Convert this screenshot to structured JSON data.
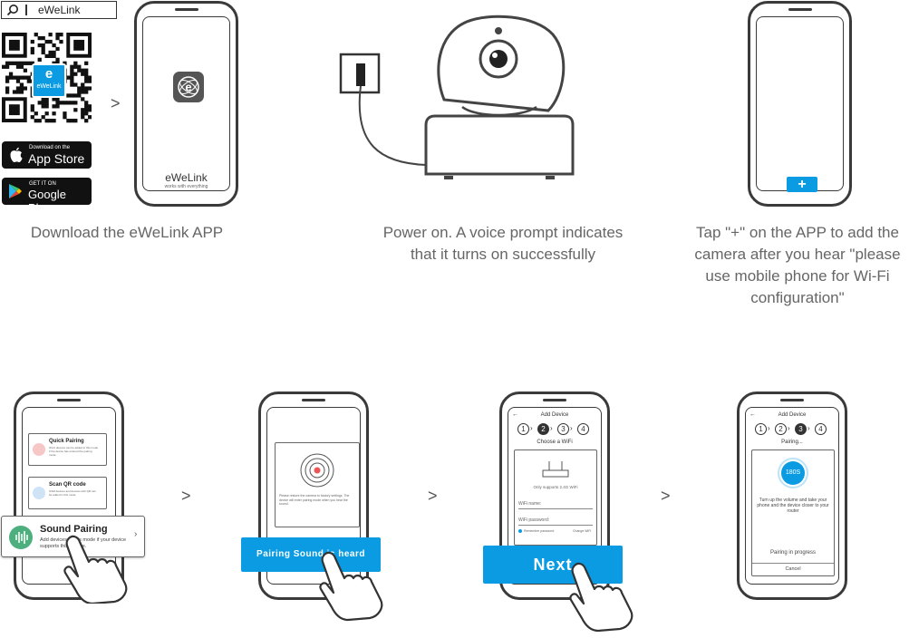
{
  "search_box": {
    "label": "eWeLink"
  },
  "qr": {
    "logo_letter": "e",
    "logo_label": "eWeLink"
  },
  "stores": {
    "apple_small": "Download on the",
    "apple_big": "App Store",
    "google_small": "GET IT ON",
    "google_big": "Google Play"
  },
  "phone1": {
    "brand": "eWeLink",
    "tagline": "works with everything"
  },
  "captions": {
    "step1": "Download the eWeLink APP",
    "step2_line1": "Power on. A voice prompt indicates",
    "step2_line2": "that it turns on successfully",
    "step3_line1": "Tap \"+\" on the APP to add the",
    "step3_line2": "camera after you hear \"please",
    "step3_line3": "use mobile phone for Wi-Fi",
    "step3_line4": "configuration\""
  },
  "phone3": {
    "plus": "+"
  },
  "phone4": {
    "quick_title": "Quick Pairing",
    "quick_desc": "Wi-Fi devices can be added in this mode if the device has entered the pairing mode.",
    "qr_title": "Scan QR code",
    "qr_desc": "GSM devices and devices with QR can be added in this mode",
    "sound_title": "Sound Pairing",
    "sound_desc": "Add devices in this mode if your device supports this feature."
  },
  "phone5": {
    "instructions": "Please restore the camera to factory settings. The device will enter pairing mode when you hear the sound.",
    "button": "Pairing Sound is heard"
  },
  "phone6": {
    "back": "←",
    "title": "Add Device",
    "steps": [
      "1",
      "2",
      "3",
      "4"
    ],
    "subtitle": "Choose a WiFi",
    "wifi_note": "Only supports 2.4G WiFi",
    "wifi_name_label": "WiFi name:",
    "wifi_password_label": "WiFi password:",
    "remember": "Remember password",
    "change": "Change WiFi",
    "button": "Next"
  },
  "phone7": {
    "back": "←",
    "title": "Add Device",
    "steps": [
      "1",
      "2",
      "3",
      "4"
    ],
    "subtitle": "Pairing...",
    "timer": "180S",
    "message": "Turn up the volume and take your phone and the device closer to your router",
    "progress": "Pairing in progress",
    "cancel": "Cancel"
  },
  "arrows": {
    "symbol": ">"
  },
  "colors": {
    "accent": "#0a9be3",
    "line": "#3a3a3a",
    "sound_green": "#4caf7d"
  }
}
